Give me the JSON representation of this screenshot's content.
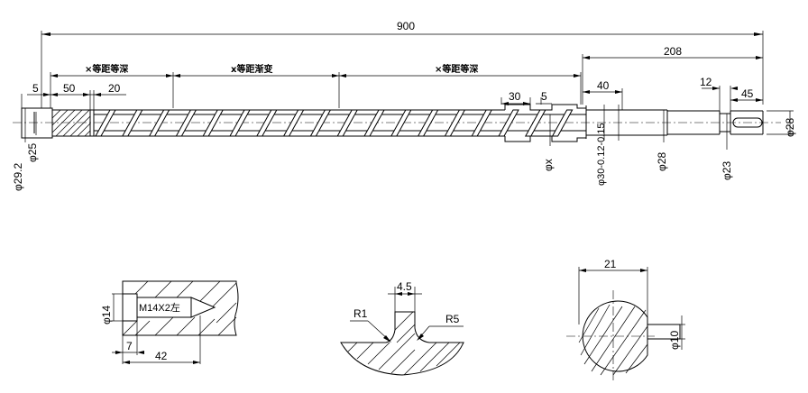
{
  "main_view": {
    "overall_length": "900",
    "section_1": "×等距等深",
    "section_2": "x等距渐变",
    "section_3": "×等距等深",
    "dim_5": "5",
    "dim_50": "50",
    "dim_20": "20",
    "dim_208": "208",
    "dim_40": "40",
    "dim_12": "12",
    "dim_45": "45",
    "dim_30": "30",
    "dim_5b": "5",
    "dia_29_2": "φ29.2",
    "dia_25": "φ25",
    "dia_x": "φx",
    "dia_30": "φ30-0.12-0.15",
    "dia_28a": "φ28",
    "dia_23": "φ23",
    "dia_28b": "φ28"
  },
  "detail_thread": {
    "thread": "M14X2左",
    "dia_14": "φ14",
    "dim_7": "7",
    "dim_42": "42"
  },
  "detail_flight": {
    "dim_4_5": "4.5",
    "r1": "R1",
    "r5": "R5"
  },
  "detail_key": {
    "dim_21": "21",
    "dia_10": "φ10"
  }
}
